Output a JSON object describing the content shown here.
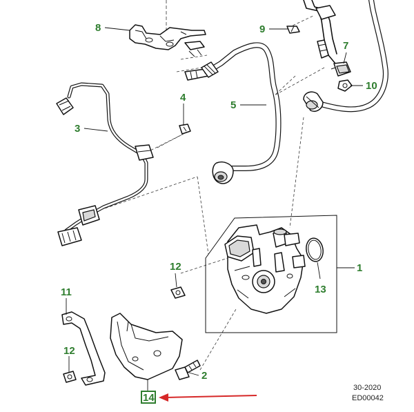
{
  "callouts": {
    "c1": "1",
    "c2": "2",
    "c3": "3",
    "c4": "4",
    "c5": "5",
    "c7": "7",
    "c8": "8",
    "c9": "9",
    "c10": "10",
    "c11": "11",
    "c12a": "12",
    "c12b": "12",
    "c13": "13",
    "c14": "14"
  },
  "reference": {
    "line1": "30-2020",
    "line2": "ED00042"
  },
  "colors": {
    "callout": "#2e7d2e",
    "arrow": "#d62828",
    "highlight_box": "#2e7d2e",
    "linework": "#111111"
  }
}
